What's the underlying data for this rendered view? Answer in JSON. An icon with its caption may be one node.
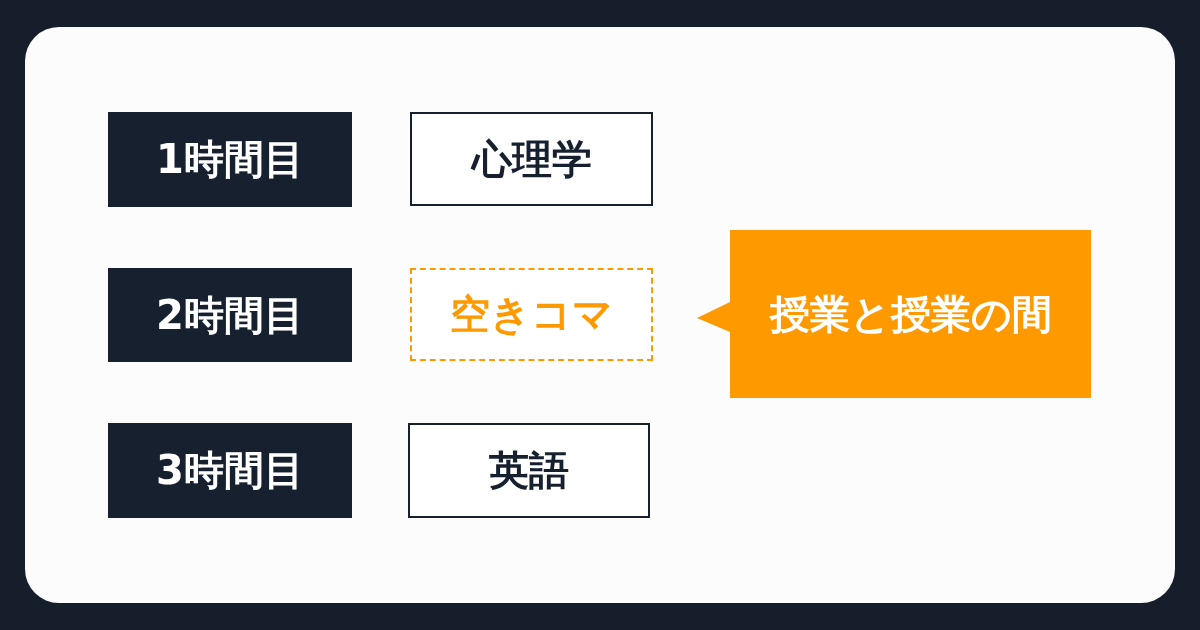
{
  "diagram": {
    "nodes": [
      {
        "text": [
          "1時間目"
        ]
      },
      {
        "text": [
          "心理学"
        ]
      },
      {
        "text": [
          "2時間目"
        ]
      },
      {
        "text": [
          "空きコマ"
        ]
      },
      {
        "text": [
          "3時間目"
        ]
      },
      {
        "text": [
          "英語"
        ]
      },
      {
        "text": [
          "授業と授業の間"
        ]
      }
    ]
  }
}
